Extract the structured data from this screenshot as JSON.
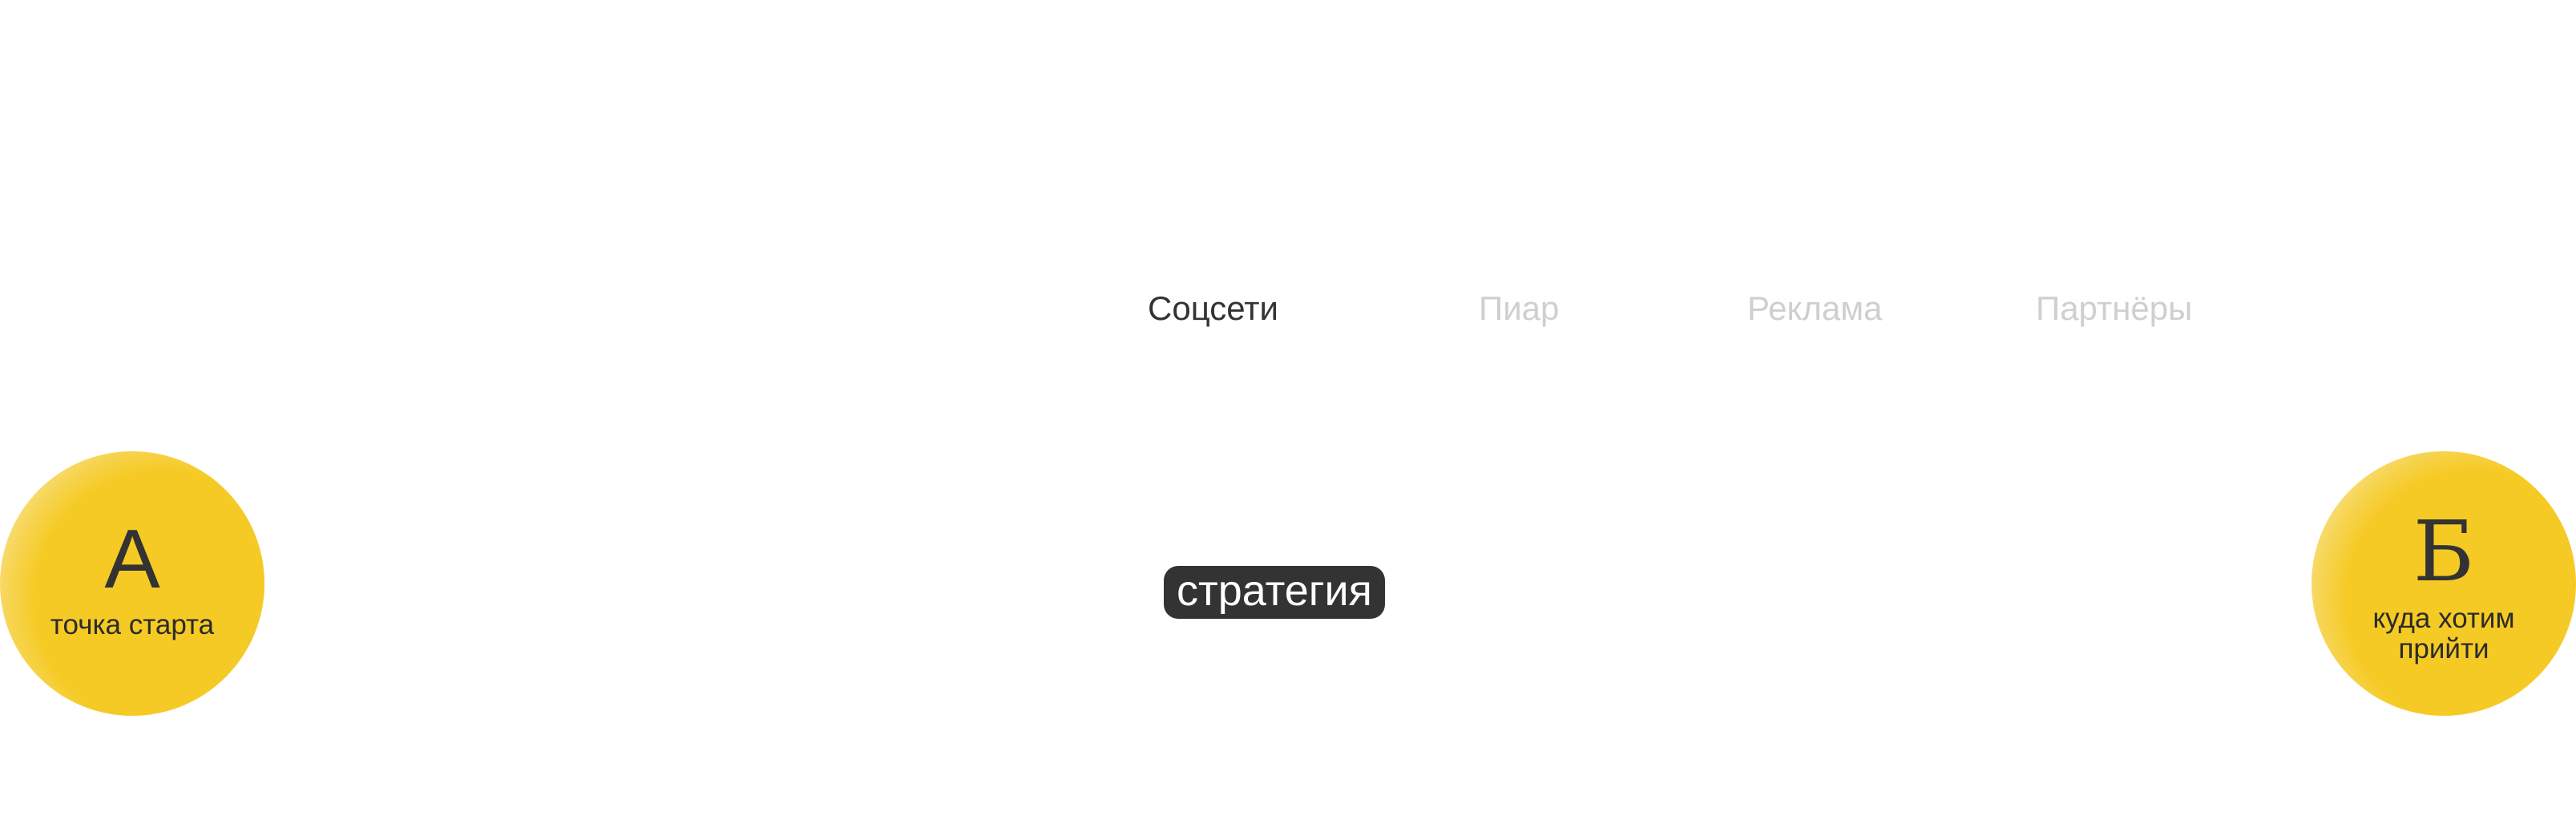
{
  "tabs": [
    {
      "label": "Соцсети",
      "active": true
    },
    {
      "label": "Пиар",
      "active": false
    },
    {
      "label": "Реклама",
      "active": false
    },
    {
      "label": "Партнёры",
      "active": false
    }
  ],
  "start_point": {
    "letter": "А",
    "caption": "точка старта"
  },
  "end_point": {
    "letter": "Б",
    "caption": "куда хотим прийти"
  },
  "center_label": "стратегия",
  "colors": {
    "accent": "#f5ca24",
    "text": "#333333",
    "inactive": "#cfcfcf"
  }
}
